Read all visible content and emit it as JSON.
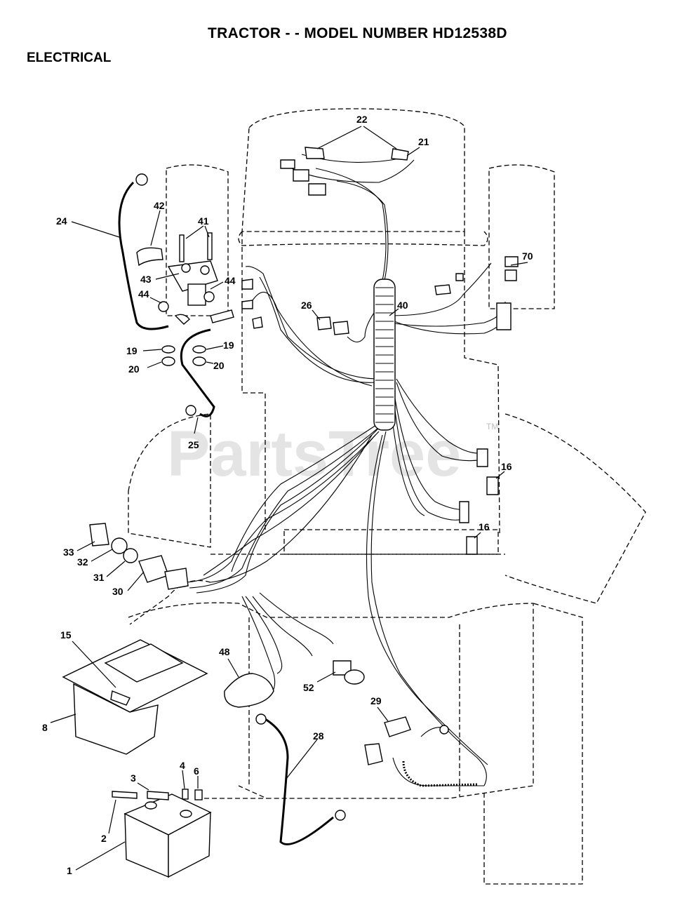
{
  "header": {
    "title": "TRACTOR - - MODEL NUMBER HD12538D",
    "section": "ELECTRICAL"
  },
  "watermark": {
    "text": "PartsTree",
    "trademark": "TM"
  },
  "callouts": {
    "c22": "22",
    "c21": "21",
    "c24": "24",
    "c42": "42",
    "c41": "41",
    "c43": "43",
    "c44a": "44",
    "c44b": "44",
    "c70": "70",
    "c26": "26",
    "c40": "40",
    "c19a": "19",
    "c19b": "19",
    "c20a": "20",
    "c20b": "20",
    "c25": "25",
    "c16a": "16",
    "c16b": "16",
    "c33": "33",
    "c32": "32",
    "c31": "31",
    "c30": "30",
    "c15": "15",
    "c48": "48",
    "c52": "52",
    "c8": "8",
    "c29": "29",
    "c28": "28",
    "c3": "3",
    "c4": "4",
    "c6": "6",
    "c2": "2",
    "c1": "1"
  }
}
